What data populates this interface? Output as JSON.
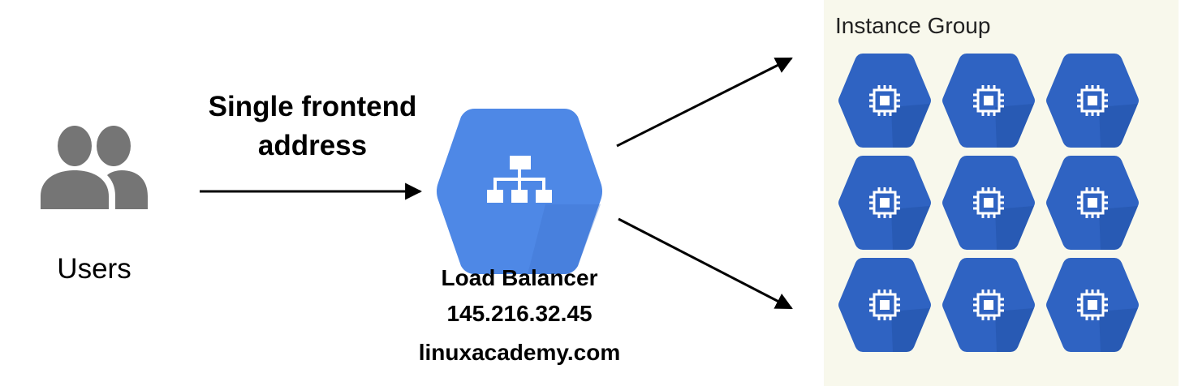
{
  "users": {
    "label": "Users",
    "icon": "users-icon",
    "color": "#757575"
  },
  "connection": {
    "label": "Single frontend address"
  },
  "load_balancer": {
    "name": "Load Balancer",
    "ip": "145.216.32.45",
    "hostname": "linuxacademy.com",
    "icon": "load-balancer-icon",
    "color": "#4e88e6"
  },
  "instance_group": {
    "title": "Instance Group",
    "background": "#f8f8ec",
    "instance_color": "#2f63c2",
    "instance_icon": "cpu-chip-icon",
    "rows": 3,
    "columns": 3
  }
}
